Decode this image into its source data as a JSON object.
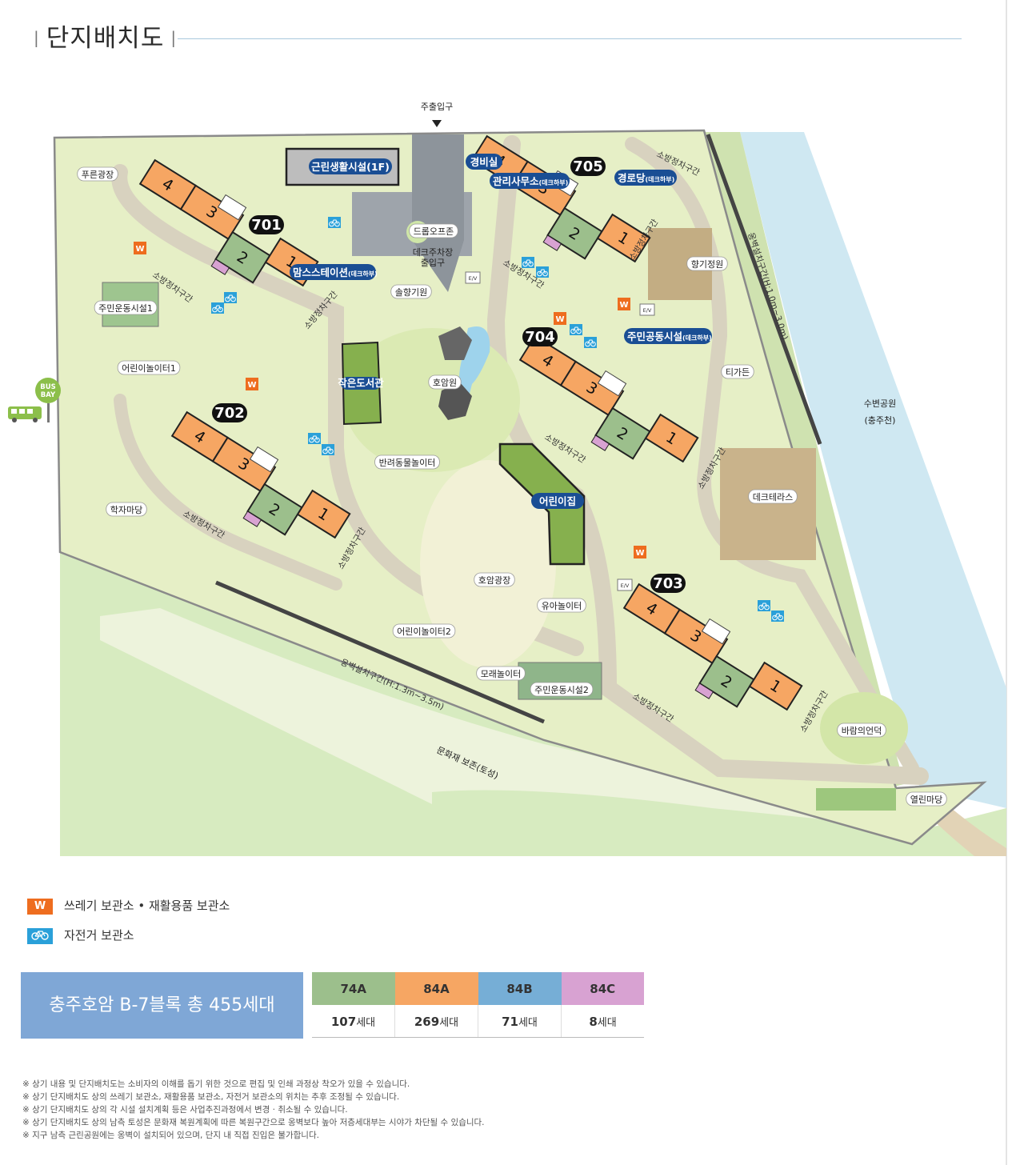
{
  "title": "단지배치도",
  "entrance": "주출입구",
  "facilities": {
    "shops": "근린생활시설(1F)",
    "guard": "경비실",
    "office": "관리사무소",
    "office_suffix": "(데크하부)",
    "senior": "경로당",
    "senior_suffix": "(데크하부)",
    "moms": "맘스스테이션",
    "moms_suffix": "(데크하부)",
    "community": "주민공동시설",
    "community_suffix": "(데크하부)",
    "library": "작은도서관",
    "daycare": "어린이집",
    "dropoff": "드롭오프존",
    "deck_parking_1": "데크주차장",
    "deck_parking_2": "출입구"
  },
  "places": {
    "green_square": "푸른광장",
    "sports1": "주민운동시설1",
    "kids1": "어린이놀이터1",
    "scholar": "학자마당",
    "pine": "솔향기원",
    "lake_garden": "호암원",
    "pet": "반려동물놀이터",
    "hoam_square": "호암광장",
    "kids2": "어린이놀이터2",
    "sand": "모래놀이터",
    "sports2": "주민운동시설2",
    "toddler": "유아놀이터",
    "scent": "향기정원",
    "tea": "티가든",
    "deck_terrace": "데크테라스",
    "wind_hill": "바람의언덕",
    "open_yard": "열린마당",
    "river_park_1": "수변공원",
    "river_park_2": "(충주천)",
    "wall_east": "옹벽설치구간(H:1.0m~3.0m)",
    "wall_south": "옹벽설치구간(H:1.3m~3.5m)",
    "heritage": "문화재 보존(토성)",
    "fire_zone": "소방정차구간",
    "bus_1": "BUS",
    "bus_2": "BAY",
    "ev": "E/V",
    "w_mark": "W"
  },
  "buildings": [
    {
      "number": "701"
    },
    {
      "number": "702"
    },
    {
      "number": "703"
    },
    {
      "number": "704"
    },
    {
      "number": "705"
    }
  ],
  "dong_labels": [
    "1",
    "2",
    "3",
    "4"
  ],
  "legend": [
    {
      "mark": "W",
      "label": "쓰레기 보관소 • 재활용품 보관소",
      "color": "#ee6d1f"
    },
    {
      "mark": "bicycle-icon",
      "label": "자전거 보관소",
      "color": "#2aa0d9"
    }
  ],
  "summary": "충주호암 B-7블록  총 455세대",
  "unit_types": [
    {
      "type": "74A",
      "count": "107",
      "color": "#9cbf8c"
    },
    {
      "type": "84A",
      "count": "269",
      "color": "#f6a663"
    },
    {
      "type": "84B",
      "count": "71",
      "color": "#76aed6"
    },
    {
      "type": "84C",
      "count": "8",
      "color": "#d8a2d2"
    }
  ],
  "unit_suffix": "세대",
  "notes": [
    "※ 상기 내용 및 단지배치도는 소비자의 이해를 돕기 위한 것으로 편집 및 인쇄 과정상 착오가 있을 수 있습니다.",
    "※ 상기 단지배치도 상의 쓰레기 보관소, 재활용품 보관소, 자전거 보관소의 위치는 추후 조정될 수 있습니다.",
    "※ 상기 단지배치도 상의 각 시설 설치계획 등은 사업추진과정에서 변경 · 취소될 수 있습니다.",
    "※ 상기 단지배치도 상의 남측 토성은 문화재 복원계획에 따른 복원구간으로 옹벽보다 높아 저층세대부는 시야가 차단될 수 있습니다.",
    "※ 지구 남측 근린공원에는 옹벽이 설치되어 있으며, 단지 내 직접 진입은 불가합니다."
  ],
  "colors": {
    "site": "#e6efc6",
    "lawn": "#b9d98b",
    "path": "#d8d2bf",
    "river": "#cfe8f2",
    "navy": "#1a4e94"
  }
}
